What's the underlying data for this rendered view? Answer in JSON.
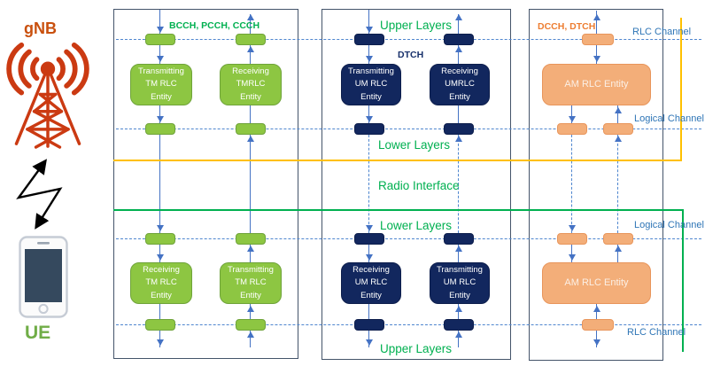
{
  "left_rail": {
    "gnb_label": "gNB",
    "ue_label": "UE",
    "icons": {
      "tower": "radio-tower-icon",
      "link": "wireless-link-arrow-icon",
      "phone": "smartphone-icon"
    }
  },
  "labels": {
    "radio_interface": "Radio Interface"
  },
  "panels": {
    "tm": {
      "top_channel_label": "BCCH, PCCH, CCCH",
      "top_box1": "Transmitting\nTM RLC\nEntity",
      "top_box2": "Receiving\nTMRLC\nEntity",
      "bottom_box1": "Receiving\nTM RLC\nEntity",
      "bottom_box2": "Transmitting\nTM RLC\nEntity"
    },
    "um": {
      "upper_layers_top": "Upper Layers",
      "dtch_label": "DTCH",
      "top_box1": "Transmitting\nUM RLC\nEntity",
      "top_box2": "Receiving\nUMRLC\nEntity",
      "lower_layers_top": "Lower Layers",
      "lower_layers_bottom": "Lower Layers",
      "bottom_box1": "Receiving\nUM RLC\nEntity",
      "bottom_box2": "Transmitting\nUM RLC\nEntity",
      "upper_layers_bottom": "Upper Layers"
    },
    "am": {
      "top_channel_label": "DCCH, DTCH",
      "rlc_channel_top": "RLC Channel",
      "top_box": "AM RLC Entity",
      "logical_channel_top": "Logical Channel",
      "logical_channel_bottom": "Logical Channel",
      "bottom_box": "AM RLC Entity",
      "rlc_channel_bottom": "RLC Channel"
    }
  },
  "colors": {
    "accent_green": "#00B050",
    "entity_green": "#8DC642",
    "entity_navy": "#12275E",
    "entity_orange": "#F3AE79",
    "bracket_yellow": "#FFC000",
    "bracket_green": "#00B050",
    "connector_blue": "#4472C4",
    "channel_label_blue": "#2E75B6",
    "dcch_label_orange": "#ED7D31",
    "gnb_label_orange": "#C9500E",
    "ue_label_green": "#70AD47",
    "tower_red": "#CB3A12",
    "panel_border": "#44546A"
  }
}
